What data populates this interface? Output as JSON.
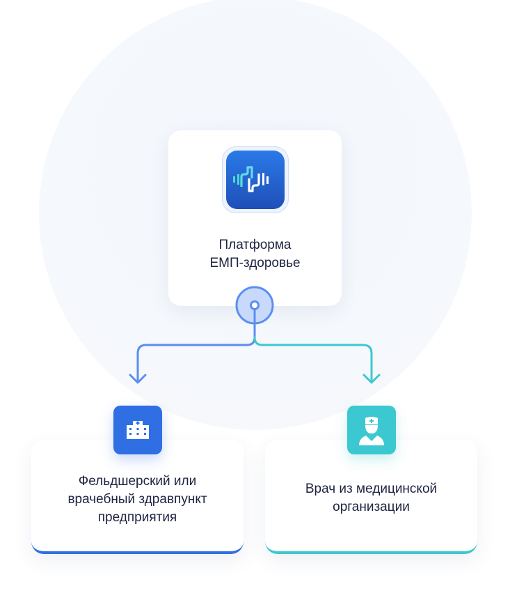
{
  "platform": {
    "title_line1": "Платформа",
    "title_line2": "ЕМП-здоровье",
    "logo_icon": "heartbeat-cross-logo-icon"
  },
  "branches": [
    {
      "label_line1": "Фельдшерский или",
      "label_line2": "врачебный здравпункт",
      "label_line3": "предприятия",
      "icon": "hospital-building-icon",
      "color": "#2f6fe3"
    },
    {
      "label_line1": "Врач из медицинской",
      "label_line2": "организации",
      "icon": "doctor-icon",
      "color": "#3cc8d0"
    }
  ],
  "colors": {
    "primary_blue": "#2f6fe3",
    "connector_blue": "#5b8ef0",
    "teal": "#3cc8d0",
    "text": "#1e2340",
    "background_circle": "#f4f7fc"
  }
}
